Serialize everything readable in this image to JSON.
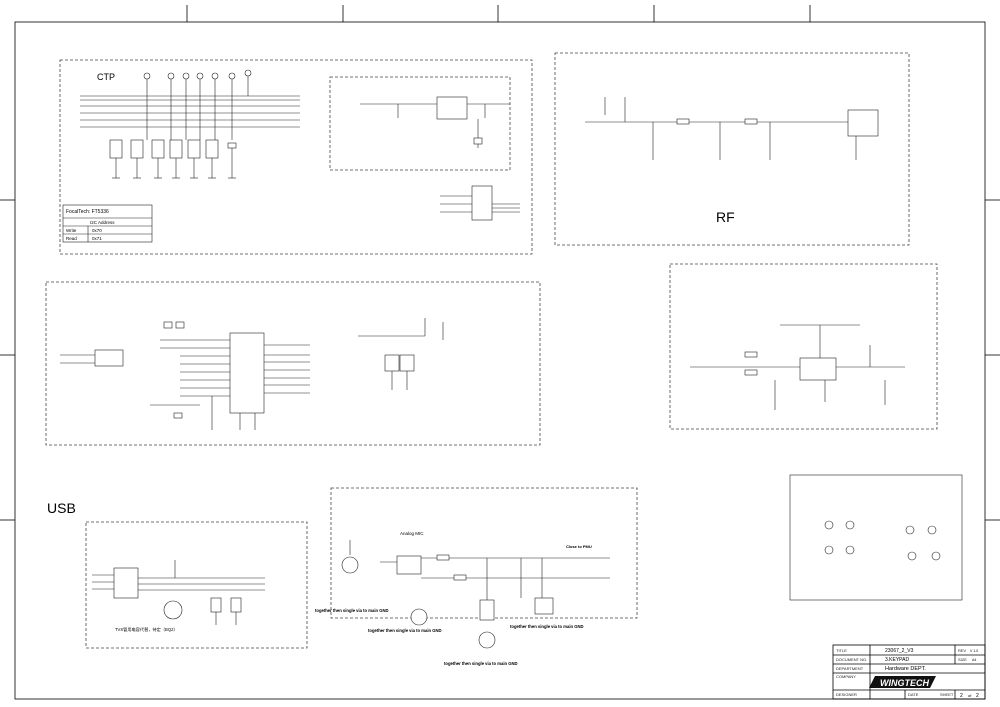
{
  "sections": {
    "ctp": "CTP",
    "rf": "RF",
    "usb": "USB"
  },
  "ctp_table": {
    "chip": "FocalTech: FT5336",
    "header": "I2C Address",
    "rows": [
      {
        "mode": "Write",
        "addr": "0x70"
      },
      {
        "mode": "Read",
        "addr": "0x71"
      }
    ]
  },
  "mic": {
    "title": "Analog MIC",
    "close_to_pmu": "Close to PMU",
    "gnd_note_1": "together then single via to main GND",
    "gnd_note_2": "together then single via to main GND",
    "gnd_note_3": "together then single via to main GND",
    "gnd_note_4": "together then single via to main GND"
  },
  "usb_note": "TVS管用电容代替，待定（BQ2）",
  "title_block": {
    "title_label": "TITLE",
    "title_value": "23067_2_V3",
    "doc_label": "DOCUMENT NO.",
    "doc_value": "3.KEYPAD",
    "dept_label": "DEPARTMENT",
    "dept_value": "Hardware DEPT.",
    "company_label": "COMPANY",
    "company_value": "WINGTECH",
    "rev_label": "REV",
    "rev_value": "V 1.0",
    "size_label": "SIZE",
    "size_value": "A4",
    "sheet_label": "SHEET",
    "sheet_value": "2",
    "of_label": "of",
    "sheets_total": "2",
    "designer_label": "DESIGNER",
    "date_label": "DATE"
  },
  "colors": {
    "wire": "#222222",
    "frame": "#000000",
    "dash": "#444444",
    "logo_bg": "#111111"
  }
}
